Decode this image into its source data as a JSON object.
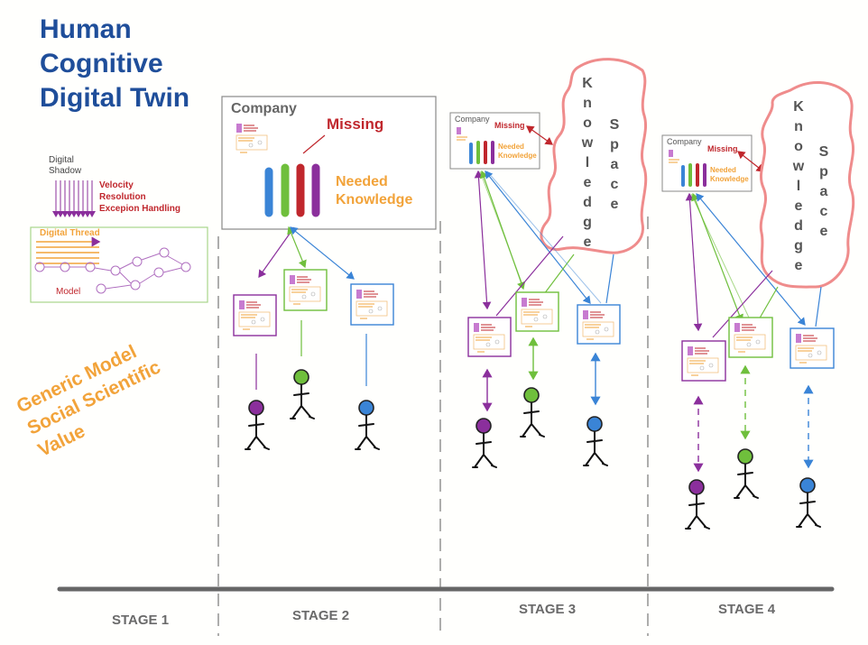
{
  "title": {
    "line1": "Human",
    "line2": "Cognitive",
    "line3": "Digital Twin"
  },
  "stage1_panel": {
    "digital_shadow_line1": "Digital",
    "digital_shadow_line2": "Shadow",
    "velocity": "Velocity",
    "resolution": "Resolution",
    "exception_handling": "Excepion Handling",
    "digital_thread": "Digital Thread",
    "model": "Model"
  },
  "generic": {
    "line1": "Generic Model",
    "line2": "Social Scientific",
    "line3": "Value"
  },
  "company_box": {
    "title": "Company",
    "missing": "Missing",
    "needed_line1": "Needed",
    "needed_line2": "Knowledge"
  },
  "knowledge_space": {
    "word1": [
      "K",
      "n",
      "o",
      "w",
      "l",
      "e",
      "d",
      "g",
      "e"
    ],
    "word2": [
      "S",
      "p",
      "a",
      "c",
      "e"
    ]
  },
  "stages": [
    "STAGE 1",
    "STAGE 2",
    "STAGE 3",
    "STAGE 4"
  ],
  "colors": {
    "title": "#1f4e9a",
    "red": "#c0272d",
    "orange": "#f2a33a",
    "purple": "#8b2f9c",
    "green": "#6fbf3c",
    "blue": "#3a84d6",
    "cloud": "#ef8c8c"
  }
}
